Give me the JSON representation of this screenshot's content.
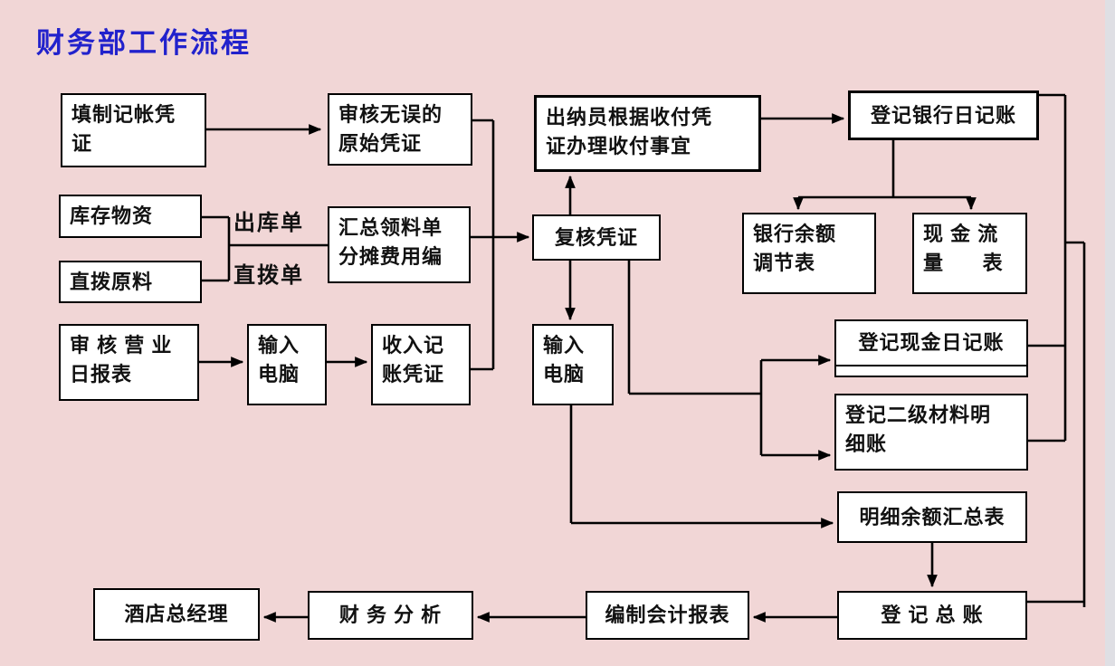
{
  "title": {
    "text": "财务部工作流程"
  },
  "colors": {
    "background": "#f1d6d6",
    "title_blue": "#2222cc",
    "box_bg": "#ffffff",
    "box_border": "#000000",
    "line": "#000000",
    "right_strip": "#dfdfe4"
  },
  "edge_labels": {
    "outbound_order": "出库单",
    "direct_order": "直拨单"
  },
  "nodes": [
    {
      "id": "fill-voucher",
      "label": "填制记帐凭\n证"
    },
    {
      "id": "verified-original-voucher",
      "label": "审核无误的\n原始凭证"
    },
    {
      "id": "cashier-payments",
      "label": "出纳员根据收付凭\n证办理收付事宜"
    },
    {
      "id": "register-bank-journal",
      "label": "登记银行日记账"
    },
    {
      "id": "inventory-goods",
      "label": "库存物资"
    },
    {
      "id": "direct-raw-material",
      "label": "直拨原料"
    },
    {
      "id": "summarize-requisition",
      "label": "汇总领料单\n分摊费用编"
    },
    {
      "id": "review-voucher",
      "label": "复核凭证"
    },
    {
      "id": "bank-reconciliation",
      "label": "银行余额\n调节表"
    },
    {
      "id": "cash-flow-statement",
      "label": "现 金 流\n量      表"
    },
    {
      "id": "review-daily-report",
      "label": "审 核 营 业\n日报表"
    },
    {
      "id": "input-computer-1",
      "label": "输入\n电脑"
    },
    {
      "id": "income-voucher",
      "label": "收入记\n账凭证"
    },
    {
      "id": "input-computer-2",
      "label": "输入\n电脑"
    },
    {
      "id": "register-cash-journal",
      "label": "登记现金日记账"
    },
    {
      "id": "register-material-ledger",
      "label": "登记二级材料明\n细账"
    },
    {
      "id": "detail-balance-summary",
      "label": "明细余额汇总表"
    },
    {
      "id": "register-general-ledger",
      "label": "登 记 总 账"
    },
    {
      "id": "prepare-reports",
      "label": "编制会计报表"
    },
    {
      "id": "financial-analysis",
      "label": "财 务 分 析"
    },
    {
      "id": "hotel-general-manager",
      "label": "酒店总经理"
    }
  ]
}
